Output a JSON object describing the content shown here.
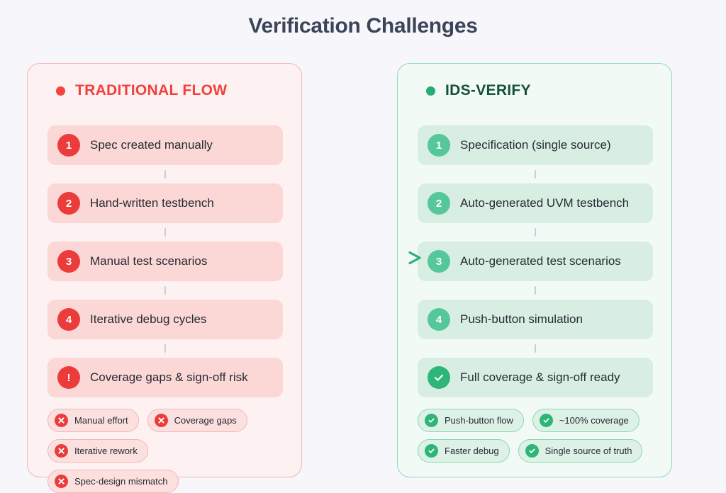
{
  "page": {
    "title": "Verification Challenges",
    "background_color": "#f7f7fb",
    "title_color": "#3b4458"
  },
  "arrow": {
    "name": "flow-arrow",
    "from_color": "#e8807f",
    "to_color": "#2bb077",
    "direction": "left-to-right"
  },
  "left_panel": {
    "header": {
      "label": "TRADITIONAL FLOW",
      "dot_color": "#f4443f",
      "text_color": "#f2413d"
    },
    "accent_color": "#ec3b3b",
    "panel_bg": "#fdf1f1",
    "panel_border": "#f7b4b4",
    "steps": [
      {
        "marker": "1",
        "icon": "number",
        "text": "Spec created manually"
      },
      {
        "marker": "2",
        "icon": "number",
        "text": "Hand-written testbench"
      },
      {
        "marker": "3",
        "icon": "number",
        "text": "Manual test scenarios"
      },
      {
        "marker": "4",
        "icon": "number",
        "text": "Iterative debug cycles"
      },
      {
        "marker": "!",
        "icon": "exclamation",
        "text": "Coverage gaps & sign-off risk"
      }
    ],
    "pills": [
      {
        "icon": "x-circle-icon",
        "label": "Manual effort"
      },
      {
        "icon": "x-circle-icon",
        "label": "Coverage gaps"
      },
      {
        "icon": "x-circle-icon",
        "label": "Iterative rework"
      },
      {
        "icon": "x-circle-icon",
        "label": "Spec-design mismatch"
      }
    ]
  },
  "right_panel": {
    "header": {
      "label": "IDS-VERIFY",
      "dot_color": "#2bab74",
      "text_color": "#14513a"
    },
    "accent_color": "#2db677",
    "panel_bg": "#f2faf6",
    "panel_border": "#8fd9bb",
    "steps": [
      {
        "marker": "1",
        "icon": "number",
        "text": "Specification (single source)"
      },
      {
        "marker": "2",
        "icon": "number",
        "text": "Auto-generated UVM testbench"
      },
      {
        "marker": "3",
        "icon": "number",
        "text": "Auto-generated test scenarios"
      },
      {
        "marker": "4",
        "icon": "number",
        "text": "Push-button simulation"
      },
      {
        "marker": "",
        "icon": "check",
        "text": "Full coverage & sign-off ready"
      }
    ],
    "pills": [
      {
        "icon": "check-circle-icon",
        "label": "Push-button flow"
      },
      {
        "icon": "check-circle-icon",
        "label": "~100% coverage"
      },
      {
        "icon": "check-circle-icon",
        "label": "Faster debug"
      },
      {
        "icon": "check-circle-icon",
        "label": "Single source of truth"
      }
    ]
  }
}
